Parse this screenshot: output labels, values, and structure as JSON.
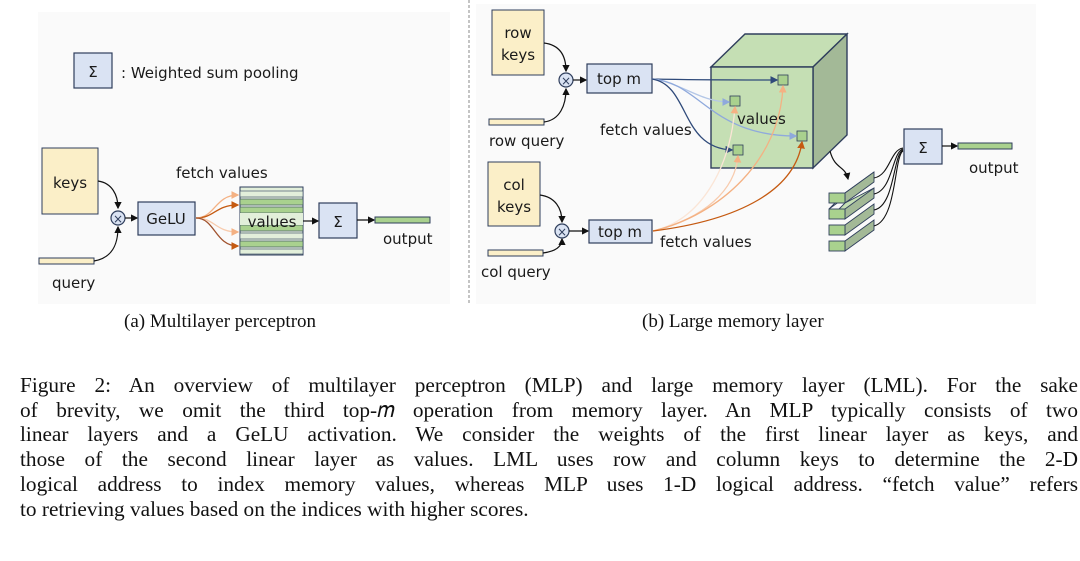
{
  "panel_a": {
    "legend_symbol": "Σ",
    "legend_text": ": Weighted sum pooling",
    "keys": "keys",
    "query": "query",
    "gelu": "GeLU",
    "fetch_values": "fetch values",
    "values": "values",
    "sum_symbol": "Σ",
    "output": "output",
    "multiply_symbol": "⊗",
    "caption": "(a) Multilayer perceptron"
  },
  "panel_b": {
    "row_keys_line1": "row",
    "row_keys_line2": "keys",
    "row_query": "row query",
    "top_m_row": "top m",
    "fetch_values_row": "fetch values",
    "values": "values",
    "col_keys_line1": "col",
    "col_keys_line2": "keys",
    "col_query": "col query",
    "top_m_col": "top m",
    "fetch_values_col": "fetch values",
    "sum_symbol": "Σ",
    "output": "output",
    "multiply_symbol": "⊗",
    "caption": "(b) Large memory layer"
  },
  "colors": {
    "keys_fill": "#fbefc8",
    "box_fill": "#dae3f3",
    "box_stroke": "#2f3e5c",
    "value_green": "#a9d18e",
    "value_light": "#e2efda",
    "cube_front": "#c5dfb4",
    "cube_side": "#a3b997",
    "orange": "#c55a11",
    "blue_dark": "#2f4a7a",
    "blue_light": "#8fa9dc",
    "panel_bg": "#fafafa"
  },
  "caption": {
    "lines": [
      "Figure 2: An overview of multilayer perceptron (MLP) and large memory layer (LML). For the sake",
      "of brevity, we omit the third top-𝑚 operation from memory layer. An MLP typically consists of two",
      "linear layers and a GeLU activation. We consider the weights of the first linear layer as keys, and",
      "those of the second linear layer as values. LML uses row and column keys to determine the 2-D",
      "logical address to index memory values, whereas MLP uses 1-D logical address. “fetch value” refers",
      "to retrieving values based on the indices with higher scores."
    ]
  }
}
